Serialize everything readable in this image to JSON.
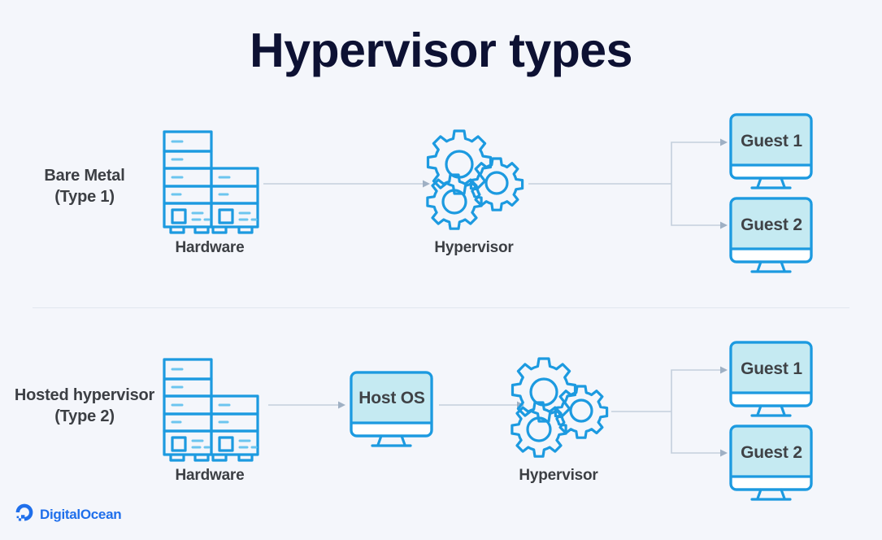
{
  "page": {
    "title": "Hypervisor types",
    "background_color": "#f4f6fb",
    "title_color": "#0d1133",
    "accent_blue": "#1c9ae0",
    "screen_fill": "#c5eaf2",
    "connector_color": "#c3cfdd",
    "label_color": "#3c3f44"
  },
  "rows": [
    {
      "id": "type-1",
      "label_line1": "Bare Metal",
      "label_line2": "(Type 1)",
      "nodes": [
        {
          "name": "hardware",
          "caption": "Hardware",
          "icon": "server-rack-icon"
        },
        {
          "name": "hypervisor",
          "caption": "Hypervisor",
          "icon": "gears-icon"
        },
        {
          "name": "guest-1",
          "caption": "Guest 1",
          "icon": "monitor-icon"
        },
        {
          "name": "guest-2",
          "caption": "Guest 2",
          "icon": "monitor-icon"
        }
      ]
    },
    {
      "id": "type-2",
      "label_line1": "Hosted hypervisor",
      "label_line2": "(Type 2)",
      "nodes": [
        {
          "name": "hardware",
          "caption": "Hardware",
          "icon": "server-rack-icon"
        },
        {
          "name": "host-os",
          "caption": "Host OS",
          "icon": "monitor-icon"
        },
        {
          "name": "hypervisor",
          "caption": "Hypervisor",
          "icon": "gears-icon"
        },
        {
          "name": "guest-1",
          "caption": "Guest 1",
          "icon": "monitor-icon"
        },
        {
          "name": "guest-2",
          "caption": "Guest 2",
          "icon": "monitor-icon"
        }
      ]
    }
  ],
  "brand": {
    "name": "DigitalOcean",
    "logo": "digitalocean-logo-icon",
    "color": "#1f6feb"
  }
}
